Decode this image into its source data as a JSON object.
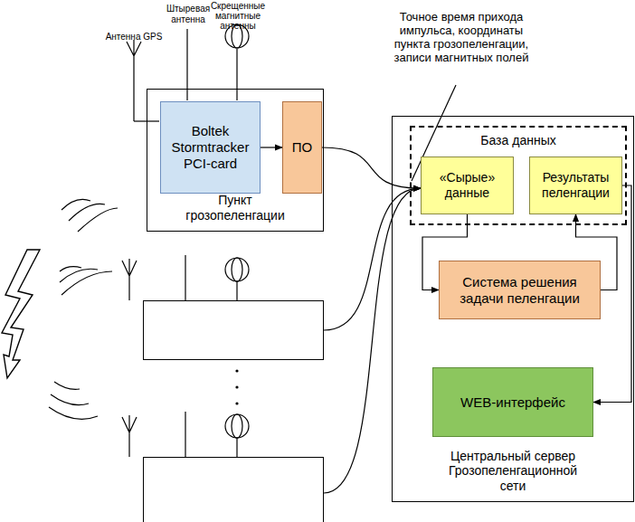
{
  "diagram": {
    "nodes": [
      {
        "text": [
          "Пункт грозопеленгации"
        ]
      },
      {
        "text": [
          "Boltek Stormtracker PCI-card"
        ],
        "in": 0
      },
      {
        "text": [
          "ПО"
        ],
        "in": 0
      },
      {
        "text": []
      },
      {
        "text": []
      },
      {
        "text": [
          "Центральный сервер Грозопеленгационной сети"
        ]
      },
      {
        "text": [
          "База данных"
        ],
        "in": 5
      },
      {
        "text": [
          "«Сырые» данные"
        ],
        "in": 6
      },
      {
        "text": [
          "Результаты пеленгации"
        ],
        "in": 6
      },
      {
        "text": [
          "Система решения задачи пеленгации"
        ],
        "in": 5
      },
      {
        "text": [
          "WEB-интерфейс"
        ],
        "in": 5
      }
    ],
    "edges": [
      {
        "from": 1,
        "to": 2,
        "arrow": "to"
      },
      {
        "from": 2,
        "to": 7,
        "arrow": "to"
      },
      {
        "from": 3,
        "to": 7,
        "arrow": "to"
      },
      {
        "from": 4,
        "to": 7,
        "arrow": "to"
      },
      {
        "from": 7,
        "to": 9,
        "arrow": "to"
      },
      {
        "from": 9,
        "to": 8,
        "arrow": "to"
      },
      {
        "from": 8,
        "to": 10,
        "arrow": "to"
      }
    ],
    "labels": [
      "Антенна GPS",
      "Штыревая антенна",
      "Скрещенные магнитные антенны",
      "Точное время прихода импульса, координаты пункта грозопеленгации, записи магнитных полей"
    ]
  }
}
